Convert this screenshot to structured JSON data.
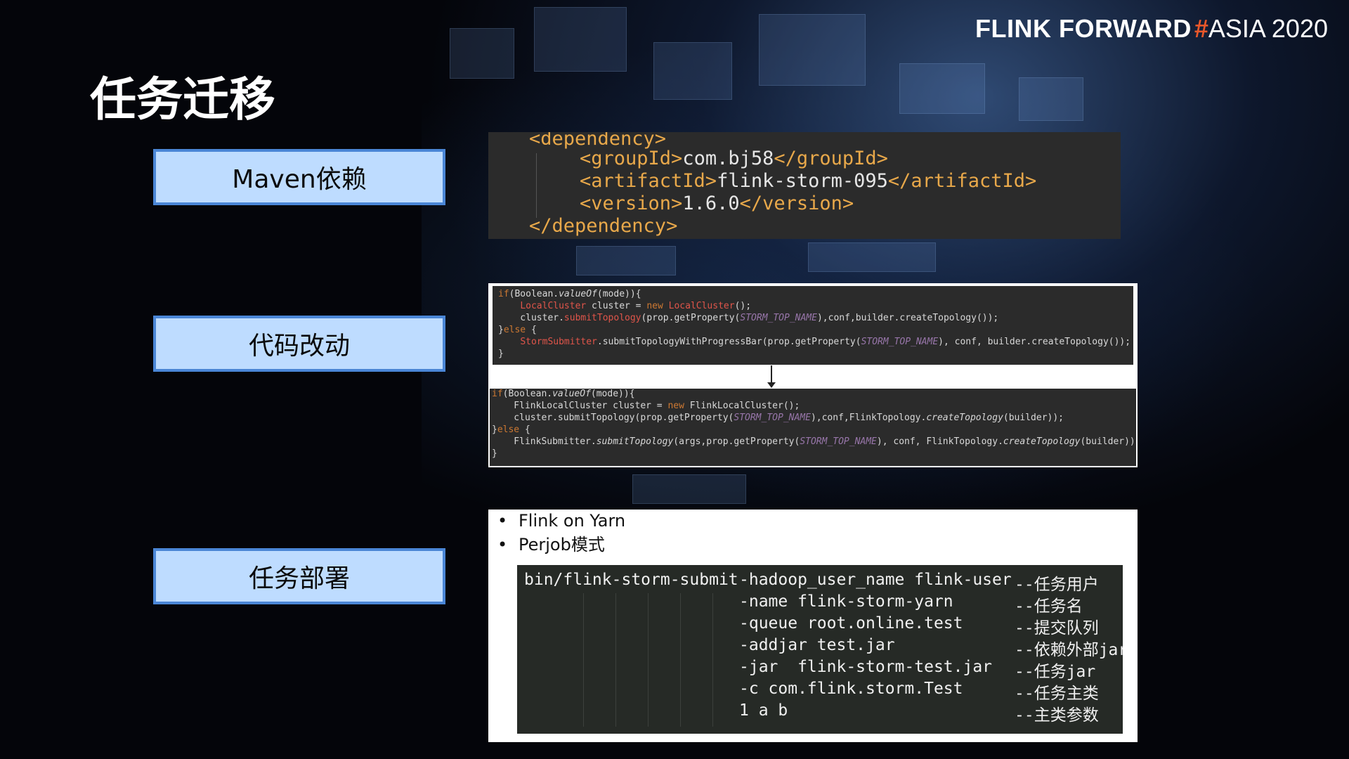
{
  "brand": {
    "main": "FLINK FORWARD",
    "hash": "#",
    "event": "ASIA 2020"
  },
  "title": "任务迁移",
  "labels": {
    "maven": "Maven依赖",
    "code": "代码改动",
    "deploy": "任务部署"
  },
  "maven_xml": {
    "open": "<dependency>",
    "group_tag_open": "<groupId>",
    "group_value": "com.bj58",
    "group_tag_close": "</groupId>",
    "artifact_tag_open": "<artifactId>",
    "artifact_value": "flink-storm-095",
    "artifact_tag_close": "</artifactId>",
    "version_tag_open": "<version>",
    "version_value": "1.6.0",
    "version_tag_close": "</version>",
    "close": "</dependency>"
  },
  "code_before": [
    "if(Boolean.valueOf(mode)){",
    "    LocalCluster cluster = new LocalCluster();",
    "    cluster.submitTopology(prop.getProperty(STORM_TOP_NAME),conf,builder.createTopology());",
    "}else {",
    "    StormSubmitter.submitTopologyWithProgressBar(prop.getProperty(STORM_TOP_NAME), conf, builder.createTopology());",
    "}"
  ],
  "code_after": [
    "if(Boolean.valueOf(mode)){",
    "    FlinkLocalCluster cluster = new FlinkLocalCluster();",
    "    cluster.submitTopology(prop.getProperty(STORM_TOP_NAME),conf,FlinkTopology.createTopology(builder));",
    "}else {",
    "    FlinkSubmitter.submitTopology(args,prop.getProperty(STORM_TOP_NAME), conf, FlinkTopology.createTopology(builder));",
    "}"
  ],
  "deploy": {
    "bullets": [
      "Flink on Yarn",
      "Perjob模式"
    ],
    "command": "bin/flink-storm-submit",
    "args": [
      {
        "arg": "-hadoop_user_name flink-user",
        "comment": "--任务用户"
      },
      {
        "arg": "-name flink-storm-yarn",
        "comment": "--任务名"
      },
      {
        "arg": "-queue root.online.test",
        "comment": "--提交队列"
      },
      {
        "arg": "-addjar test.jar",
        "comment": "--依赖外部jar"
      },
      {
        "arg": "-jar  flink-storm-test.jar",
        "comment": "--任务jar"
      },
      {
        "arg": "-c com.flink.storm.Test",
        "comment": "--任务主类"
      },
      {
        "arg": "1 a b",
        "comment": "--主类参数"
      }
    ]
  }
}
